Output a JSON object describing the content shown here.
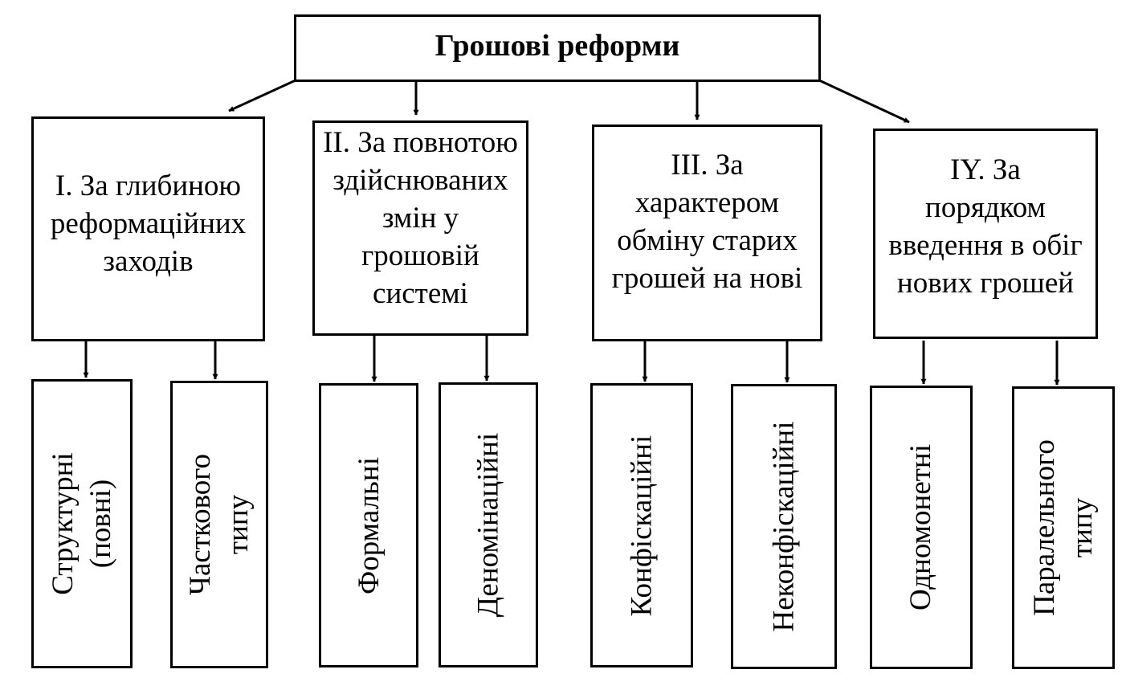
{
  "root": {
    "label": "Грошові реформи"
  },
  "categories": [
    {
      "label": "І. За глибиною\nреформаційних\nзаходів",
      "subtypes": [
        "Структурні (повні)",
        "Часткового\nтипу"
      ]
    },
    {
      "label": "ІІ. За повнотою\nздійснюваних\nзмін у\nгрошовій\nсистемі",
      "subtypes": [
        "Формальні",
        "Деномінаційні"
      ]
    },
    {
      "label": "ІІІ. За\nхарактером\nобміну старих\nгрошей на нові",
      "subtypes": [
        "Конфіскаційні",
        "Неконфіскаційні"
      ]
    },
    {
      "label": "ІY. За\nпорядком\nвведення в обіг\nнових грошей",
      "subtypes": [
        "Одномонетні",
        "Паралельного типу"
      ]
    }
  ],
  "colors": {
    "line": "#000000",
    "background": "#ffffff"
  }
}
